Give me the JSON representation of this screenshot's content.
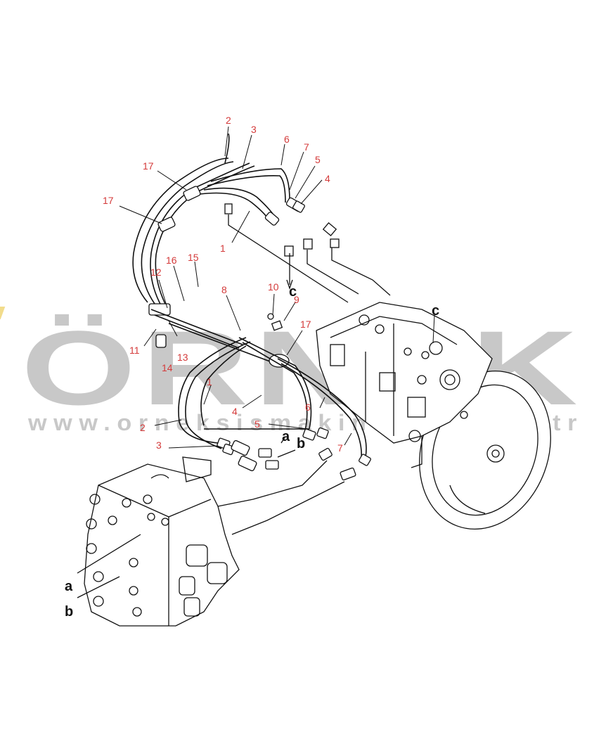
{
  "watermark": {
    "brand": "ÖRNEK",
    "url": "www.orneksismakinalari.com.tr",
    "accent_color": "#f2dc8c",
    "text_color": "#c8c8c8"
  },
  "callouts": {
    "c1": "1",
    "c1b": "1",
    "c2": "2",
    "c2b": "2",
    "c3": "3",
    "c3b": "3",
    "c4": "4",
    "c4b": "4",
    "c5": "5",
    "c5b": "5",
    "c6": "6",
    "c6b": "6",
    "c7": "7",
    "c7b": "7",
    "c8": "8",
    "c9": "9",
    "c10": "10",
    "c11": "11",
    "c12": "12",
    "c13": "13",
    "c14": "14",
    "c15": "15",
    "c16": "16",
    "c17a": "17",
    "c17b": "17",
    "c17c": "17"
  },
  "letters": {
    "c_top": "c",
    "c_pump": "c",
    "a_mid": "a",
    "b_mid": "b",
    "a_valve": "a",
    "b_valve": "b"
  },
  "colors": {
    "callout": "#d43a3a",
    "line": "#111111"
  }
}
